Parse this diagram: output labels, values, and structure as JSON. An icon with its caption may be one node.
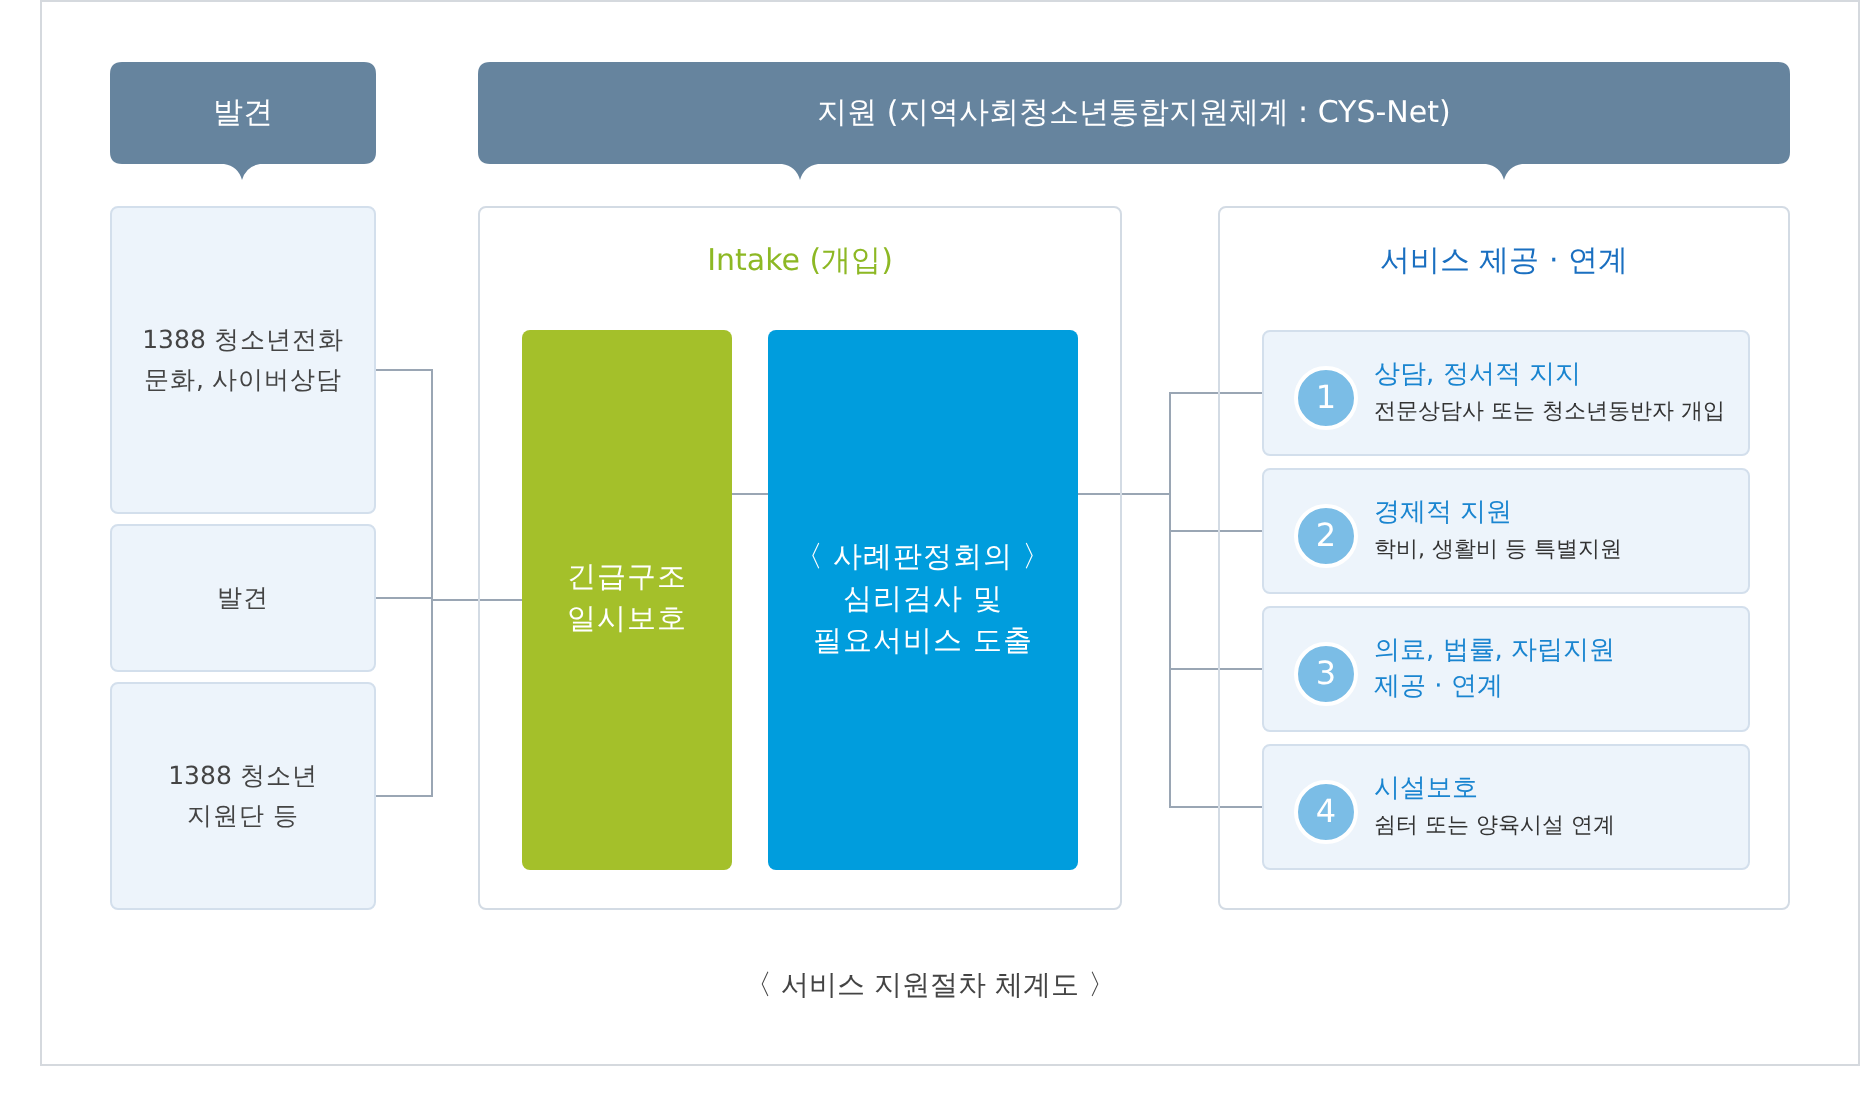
{
  "diagram": {
    "caption": "〈 서비스 지원절차 체계도 〉",
    "nodes": [
      {
        "text": [
          "발견"
        ]
      },
      {
        "text": [
          "지원 (지역사회청소년통합지원체계 : CYS-Net)"
        ]
      },
      {
        "text": [
          "1388 청소년전화 문화, 사이버상담"
        ]
      },
      {
        "text": [
          "발견"
        ]
      },
      {
        "text": [
          "1388 청소년 지원단 등"
        ]
      },
      {
        "text": [
          "Intake (개입)"
        ]
      },
      {
        "text": [
          "긴급구조 일시보호"
        ],
        "in": 5
      },
      {
        "text": [
          "〈 사례판정회의 〉 심리검사 및 필요서비스 도출"
        ],
        "in": 5
      },
      {
        "text": [
          "서비스 제공 · 연계"
        ]
      },
      {
        "text": [
          "1",
          "상담, 정서적 지지",
          "전문상담사 또는 청소년동반자 개입"
        ],
        "in": 8
      },
      {
        "text": [
          "2",
          "경제적 지원",
          "학비, 생활비 등 특별지원"
        ],
        "in": 8
      },
      {
        "text": [
          "3",
          "의료, 법률, 자립지원 제공 · 연계"
        ],
        "in": 8
      },
      {
        "text": [
          "4",
          "시설보호",
          "쉼터 또는 양육시설 연계"
        ],
        "in": 8
      }
    ],
    "edges": [
      {
        "from": 2,
        "to": 6,
        "arrow": "none"
      },
      {
        "from": 3,
        "to": 6,
        "arrow": "none"
      },
      {
        "from": 4,
        "to": 6,
        "arrow": "none"
      },
      {
        "from": 6,
        "to": 7,
        "arrow": "none"
      },
      {
        "from": 7,
        "to": 9,
        "arrow": "none"
      },
      {
        "from": 7,
        "to": 10,
        "arrow": "none"
      },
      {
        "from": 7,
        "to": 11,
        "arrow": "none"
      },
      {
        "from": 7,
        "to": 12,
        "arrow": "none"
      }
    ]
  }
}
